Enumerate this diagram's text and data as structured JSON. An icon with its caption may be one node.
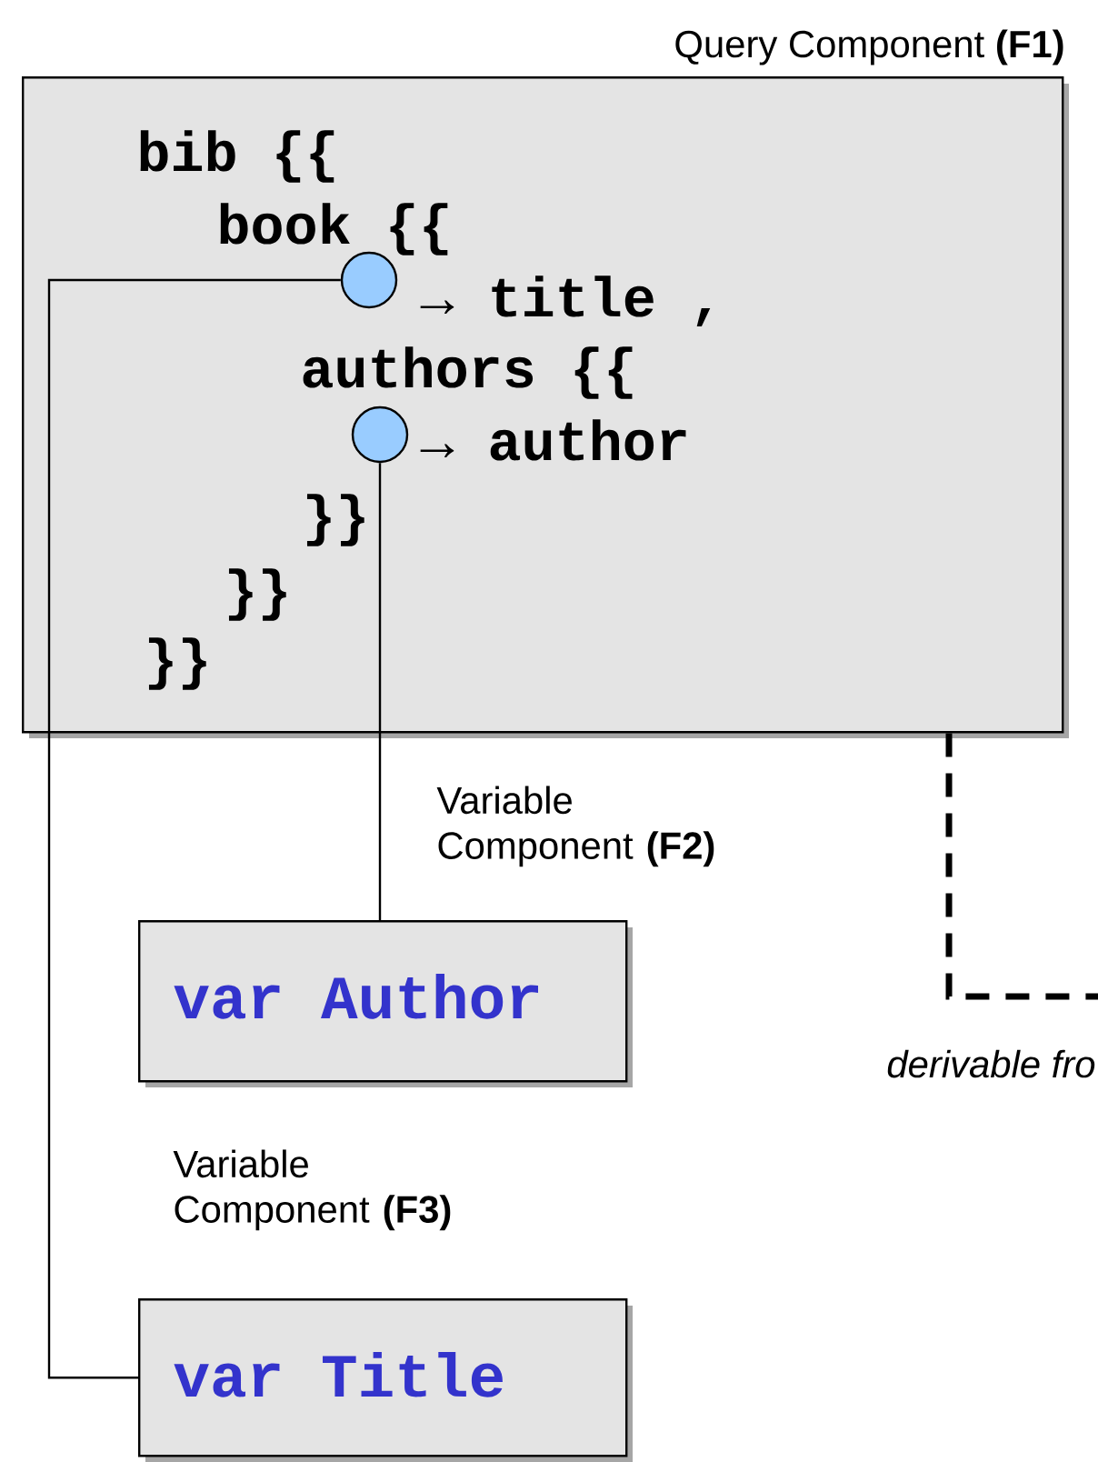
{
  "diagram": {
    "nodes": [
      {
        "text": [
          "Query Component **(F1)**",
          "bib {{",
          "book {{",
          "→ title ,",
          "authors {{",
          "→ author",
          "}}",
          "}}",
          "}}"
        ]
      },
      {
        "text": [],
        "shape": "circle",
        "in": 0
      },
      {
        "text": [],
        "shape": "circle",
        "in": 0
      },
      {
        "text": [
          "Variable Component **(F2)**",
          "var Author"
        ]
      },
      {
        "text": [
          "Variable Component **(F3)**",
          "var Title"
        ]
      }
    ],
    "edges": [
      {
        "from": 1,
        "to": 4,
        "arrow": "none"
      },
      {
        "from": 2,
        "to": 3,
        "arrow": "none"
      },
      {
        "from": 0,
        "to": null,
        "arrow": "none",
        "style": "dashed",
        "label": "derivable fro"
      }
    ]
  }
}
